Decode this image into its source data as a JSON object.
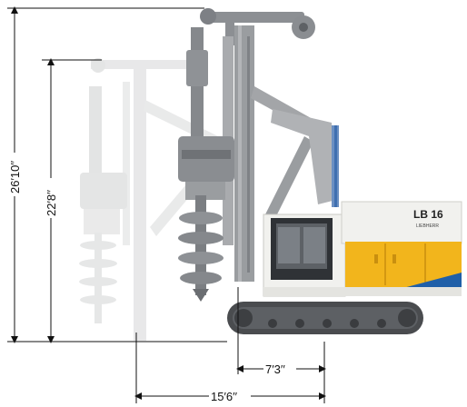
{
  "dimensions": {
    "overall_height": "26′10′′",
    "retracted_height": "22′8′′",
    "track_rear_offset": "7′3′′",
    "working_radius": "15′6′′"
  },
  "machine": {
    "model_label": "LB 16",
    "brand_label": "LIEBHERR"
  },
  "colors": {
    "body_yellow": "#f2b51c",
    "body_white": "#f1f1ee",
    "mast_gray": "#9a9da0",
    "ghost_gray": "#d6d7d8",
    "track_dark": "#4a4c4f",
    "accent_blue": "#1f5fa8"
  },
  "icons": {
    "auger": "auger-icon",
    "crawler": "crawler-track-icon"
  }
}
